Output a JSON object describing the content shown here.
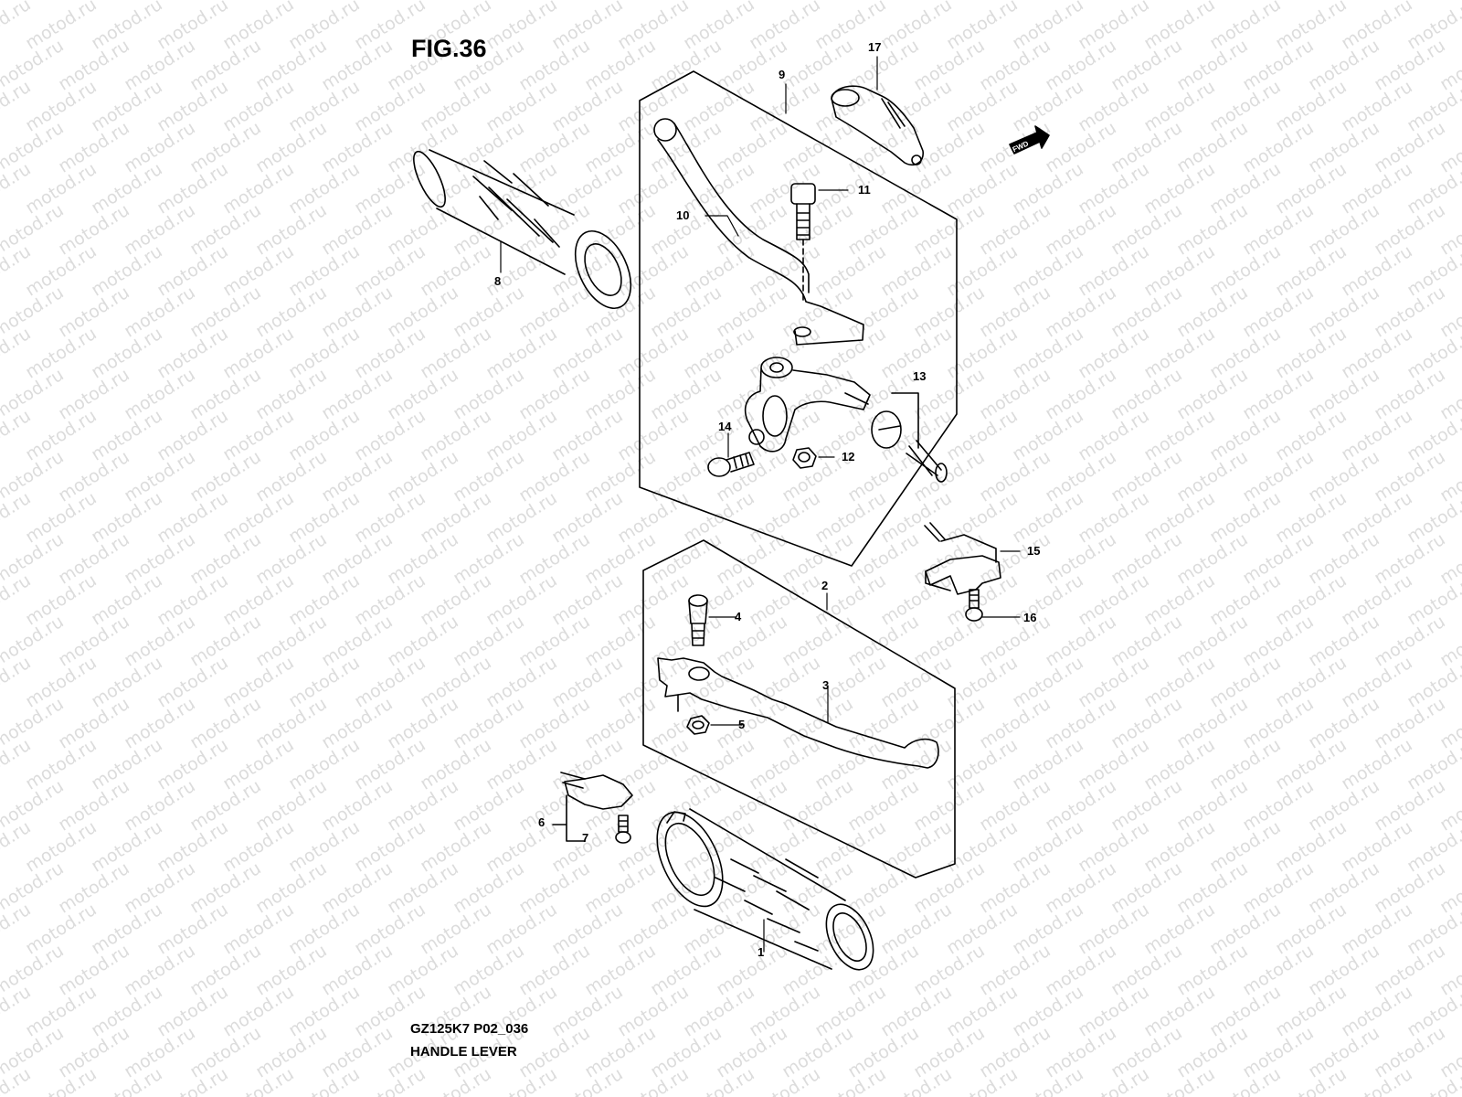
{
  "figure": {
    "title": "FIG.36",
    "code": "GZ125K7 P02_036",
    "name": "HANDLE LEVER",
    "fwd_label": "FWD"
  },
  "watermark": {
    "text": "motod.ru"
  },
  "callouts": {
    "c1": "1",
    "c2": "2",
    "c3": "3",
    "c4": "4",
    "c5": "5",
    "c6": "6",
    "c7": "7",
    "c8": "8",
    "c9": "9",
    "c10": "10",
    "c11": "11",
    "c12": "12",
    "c13": "13",
    "c14": "14",
    "c15": "15",
    "c16": "16",
    "c17": "17"
  },
  "colors": {
    "line": "#000000",
    "watermark": "#dcdcdc",
    "background": "#ffffff"
  }
}
